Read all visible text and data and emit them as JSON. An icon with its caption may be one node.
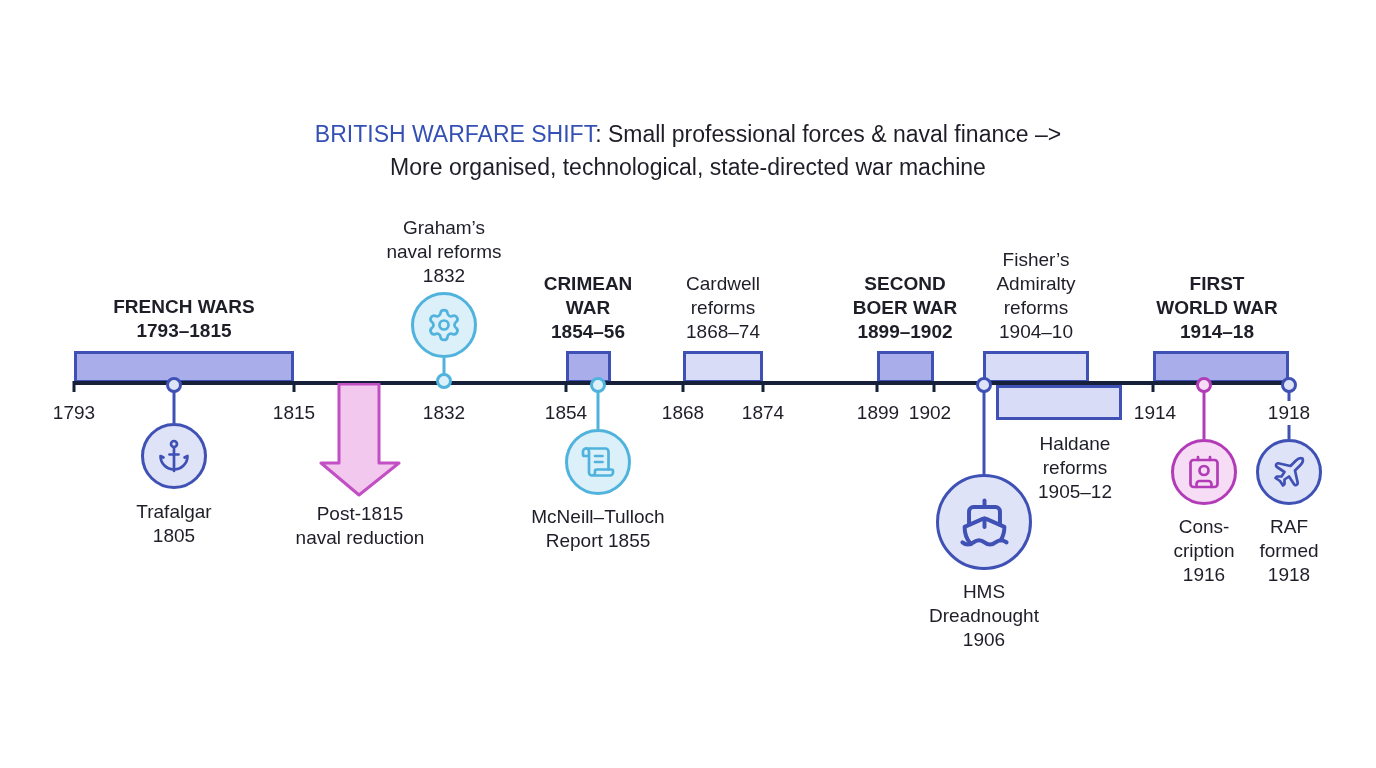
{
  "diagram": {
    "title": "**BRITISH WARFARE SHIFT**: Small professional forces & naval finance –> More organised, technological, state-directed war machine",
    "nodes": [
      {
        "text": [],
        "shape": "bar"
      },
      {
        "text": [
          "FRENCH WARS 1793–1815"
        ]
      },
      {
        "text": [
          "Trafalgar 1805"
        ]
      },
      {
        "text": [
          "Post-1815 naval reduction"
        ]
      },
      {
        "text": [
          "Graham’s naval reforms 1832"
        ]
      },
      {
        "text": [
          "CRIMEAN WAR 1854–56"
        ]
      },
      {
        "text": [
          "McNeill–Tulloch Report 1855"
        ]
      },
      {
        "text": [
          "Cardwell reforms 1868–74"
        ]
      },
      {
        "text": [
          "SECOND BOER WAR 1899–1902"
        ]
      },
      {
        "text": [
          "Fisher’s Admiralty reforms 1904–10"
        ]
      },
      {
        "text": [
          "HMS Dreadnought 1906"
        ]
      },
      {
        "text": [
          "Haldane reforms 1905–12"
        ]
      },
      {
        "text": [
          "FIRST WORLD WAR 1914–18"
        ]
      },
      {
        "text": [
          "Cons- cription 1916"
        ]
      },
      {
        "text": [
          "RAF formed 1918"
        ]
      }
    ],
    "edges": [
      {
        "from": 2,
        "to": 0,
        "arrow": "other"
      },
      {
        "from": 4,
        "to": 0,
        "arrow": "other",
        "color": "#4fb3dd"
      },
      {
        "from": 6,
        "to": 0,
        "arrow": "other",
        "color": "#4fb3dd"
      },
      {
        "from": 10,
        "to": 0,
        "arrow": "other"
      },
      {
        "from": 13,
        "to": 0,
        "arrow": "other",
        "color": "#b23cb8"
      },
      {
        "from": 14,
        "to": 0,
        "arrow": "other"
      }
    ],
    "labels": [
      "1793",
      "1815",
      "1832",
      "1854",
      "1868",
      "1874",
      "1899",
      "1902",
      "1914",
      "1918"
    ]
  }
}
